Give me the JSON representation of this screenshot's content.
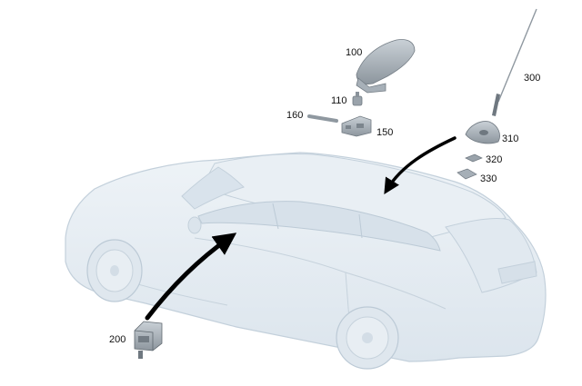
{
  "diagram": {
    "callouts": [
      {
        "id": "100",
        "label": "100"
      },
      {
        "id": "110",
        "label": "110"
      },
      {
        "id": "150",
        "label": "150"
      },
      {
        "id": "160",
        "label": "160"
      },
      {
        "id": "200",
        "label": "200"
      },
      {
        "id": "300",
        "label": "300"
      },
      {
        "id": "310",
        "label": "310"
      },
      {
        "id": "320",
        "label": "320"
      },
      {
        "id": "330",
        "label": "330"
      }
    ],
    "colors": {
      "car_fill": "#e3ebf2",
      "car_stroke": "#c3d0db",
      "part_fill": "#aab3bb",
      "part_dark": "#6f7880",
      "arrow": "#000000"
    }
  }
}
